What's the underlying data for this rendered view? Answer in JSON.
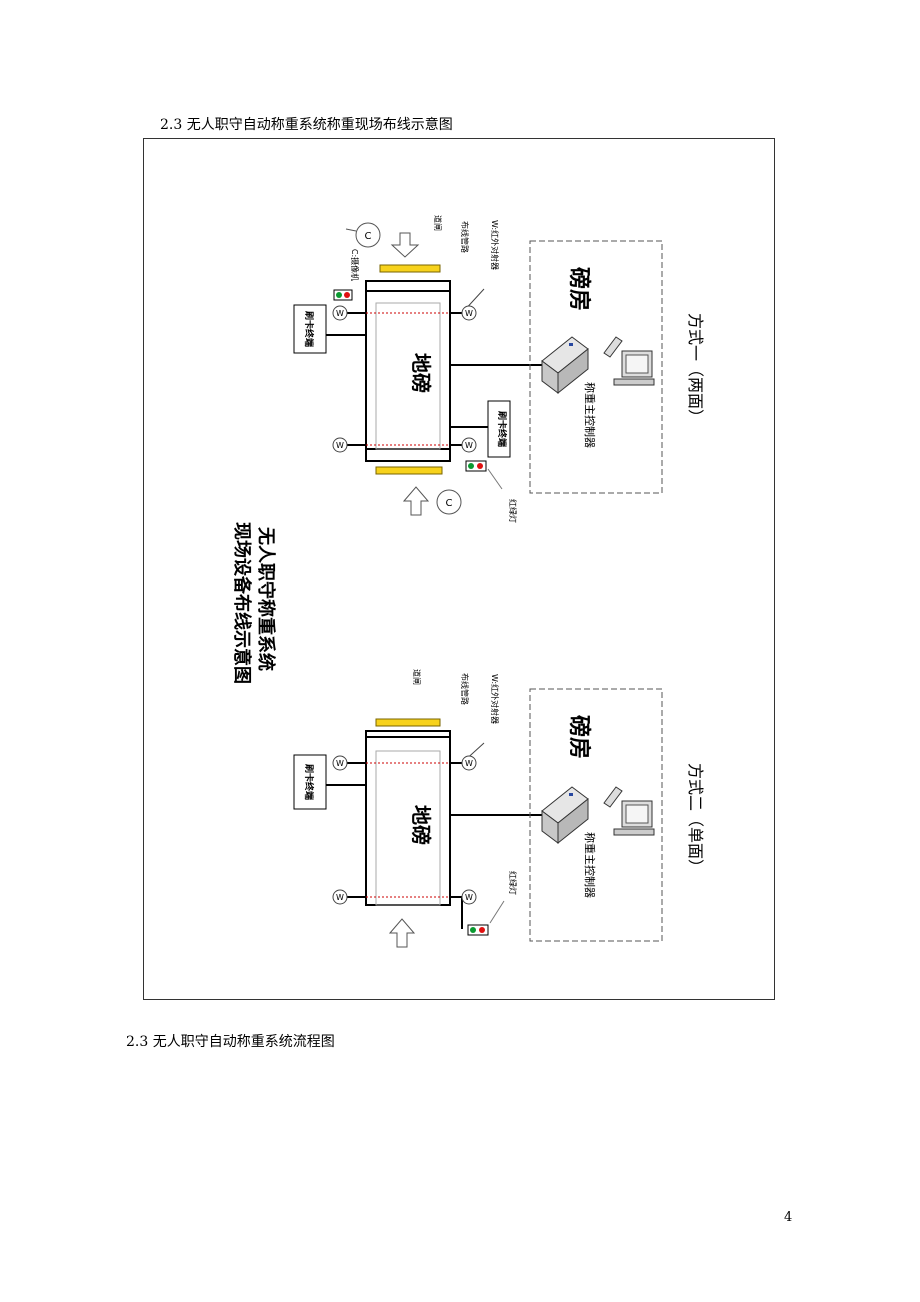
{
  "section_caption_1": "2.3 无人职守自动称重系统称重现场布线示意图",
  "section_caption_2": "2.3 无人职守自动称重系统流程图",
  "page_number": "4",
  "diagram": {
    "main_title_line1": "无人职守称重系统",
    "main_title_line2": "现场设备布线示意图",
    "mode1_label": "方式一（两面）",
    "mode2_label": "方式二（单面）",
    "room_label": "磅房",
    "scale_label": "地磅",
    "controller_label": "称重主控制器",
    "card_terminal_label": "刷卡终端",
    "barrier_label": "道闸",
    "conduit_label": "布线管路",
    "ir_detector_label": "W:红外对射器",
    "camera_label": "C:摄像机",
    "traffic_light_label": "红绿灯",
    "w_symbol": "W",
    "c_symbol": "C"
  }
}
